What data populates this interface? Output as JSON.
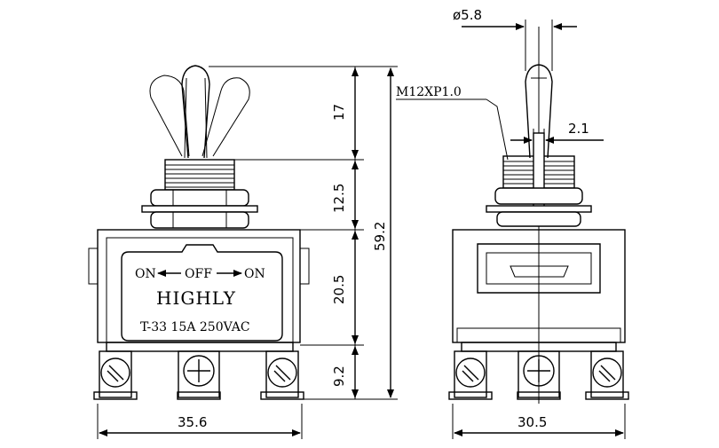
{
  "dimensions": {
    "height_top": "17",
    "height_bushing": "12.5",
    "height_body": "20.5",
    "height_terminal": "9.2",
    "height_total": "59.2",
    "width_front": "35.6",
    "width_side": "30.5",
    "lever_diameter": "ø5.8",
    "slot_width": "2.1",
    "thread": "M12XP1.0"
  },
  "label": {
    "on_left": "ON",
    "off": "OFF",
    "on_right": "ON",
    "brand": "HIGHLY",
    "model": "T-33 15A 250VAC"
  }
}
